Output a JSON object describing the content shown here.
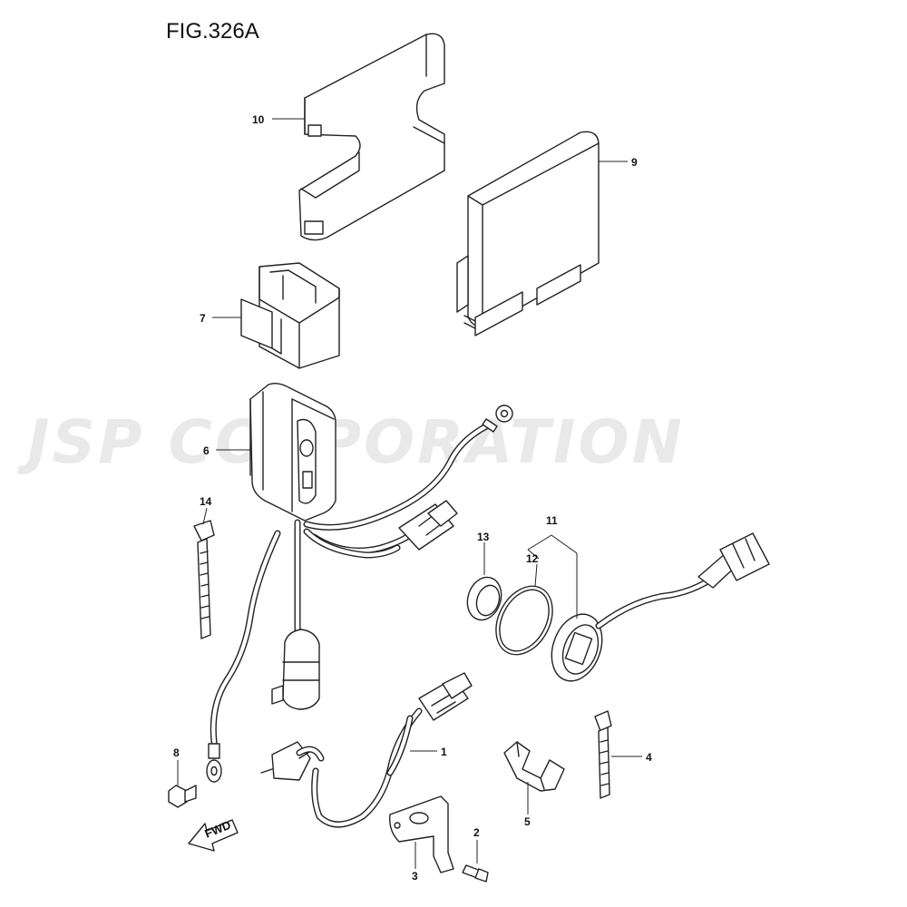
{
  "figure": {
    "title": "FIG.326A",
    "watermark": "JSP CORPORATION",
    "direction_label": "FWD"
  },
  "callouts": [
    {
      "id": "10",
      "label": "10"
    },
    {
      "id": "9",
      "label": "9"
    },
    {
      "id": "7",
      "label": "7"
    },
    {
      "id": "6",
      "label": "6"
    },
    {
      "id": "14",
      "label": "14"
    },
    {
      "id": "11",
      "label": "11"
    },
    {
      "id": "13",
      "label": "13"
    },
    {
      "id": "12",
      "label": "12"
    },
    {
      "id": "1",
      "label": "1"
    },
    {
      "id": "8",
      "label": "8"
    },
    {
      "id": "4",
      "label": "4"
    },
    {
      "id": "5",
      "label": "5"
    },
    {
      "id": "2",
      "label": "2"
    },
    {
      "id": "3",
      "label": "3"
    }
  ]
}
